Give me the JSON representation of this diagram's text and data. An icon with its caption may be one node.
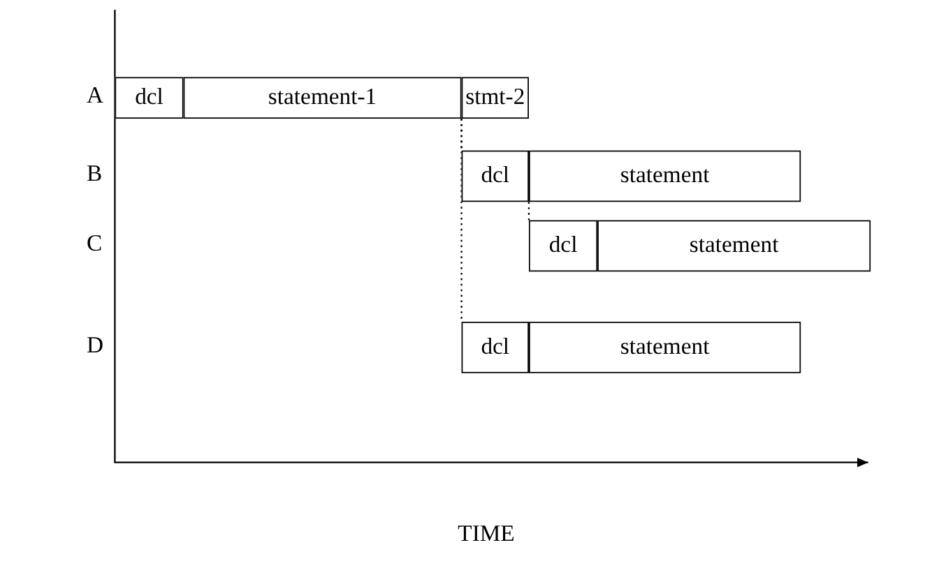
{
  "diagram": {
    "nodes": [
      {
        "text": [
          "dcl"
        ]
      },
      {
        "text": [
          "statement-1"
        ]
      },
      {
        "text": [
          "stmt-2"
        ]
      },
      {
        "text": [
          "dcl"
        ]
      },
      {
        "text": [
          "statement"
        ]
      },
      {
        "text": [
          "dcl"
        ]
      },
      {
        "text": [
          "statement"
        ]
      },
      {
        "text": [
          "dcl"
        ]
      },
      {
        "text": [
          "statement"
        ]
      }
    ],
    "edges": [
      {
        "from": 2,
        "to": 3,
        "arrow": "none",
        "style": "dashed"
      },
      {
        "from": 2,
        "to": 7,
        "arrow": "none",
        "style": "dashed"
      },
      {
        "from": 4,
        "to": 5,
        "arrow": "none",
        "style": "dashed"
      }
    ],
    "labels": [
      "A",
      "B",
      "C",
      "D",
      "TIME"
    ]
  }
}
